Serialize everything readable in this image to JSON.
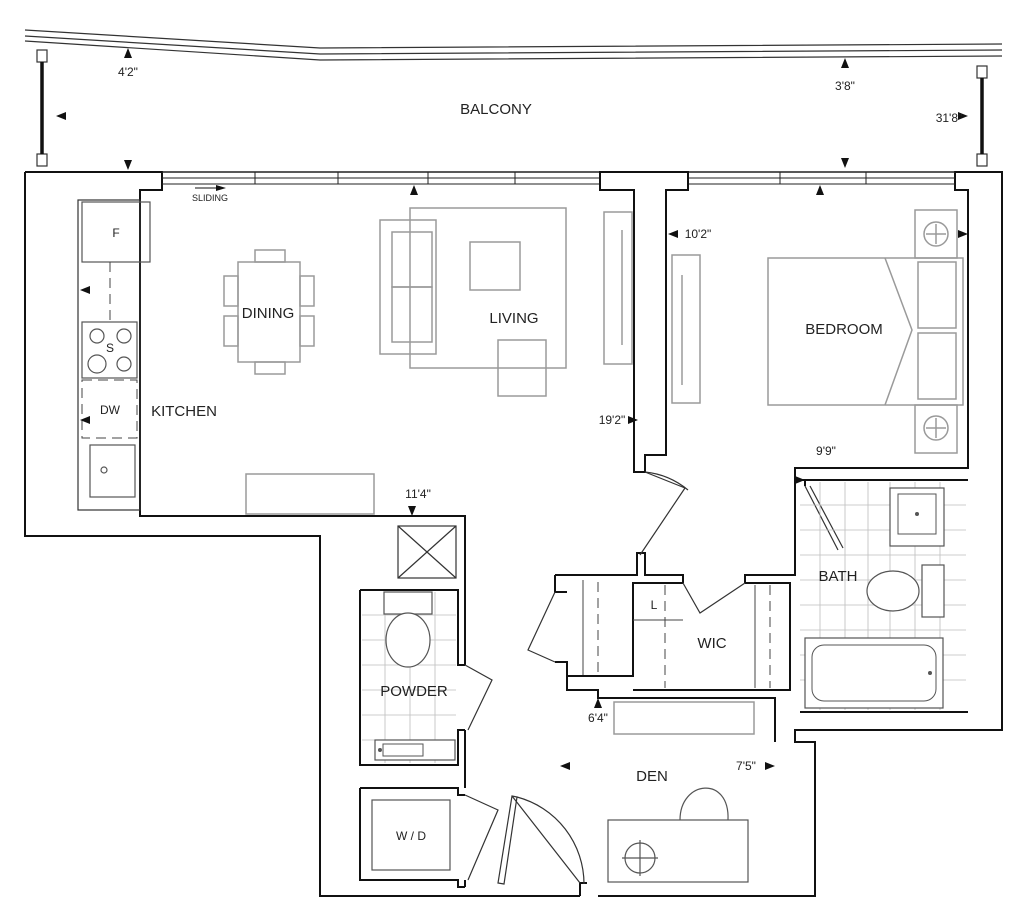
{
  "rooms": {
    "balcony": "BALCONY",
    "dining": "DINING",
    "living": "LIVING",
    "bedroom": "BEDROOM",
    "kitchen": "KITCHEN",
    "bath": "BATH",
    "wic": "WIC",
    "powder": "POWDER",
    "den": "DEN"
  },
  "fixtures": {
    "fridge": "F",
    "stove": "S",
    "dishwasher": "DW",
    "linen": "L",
    "washer_dryer": "W / D",
    "sliding": "SLIDING"
  },
  "dimensions": {
    "balcony_left_depth": "4'2\"",
    "balcony_right_depth": "3'8\"",
    "balcony_width": "31'8\"",
    "bedroom_width": "10'2\"",
    "living_length": "19'2\"",
    "bath_width": "9'9\"",
    "kitchen_depth": "11'4\"",
    "den_depth": "6'4\"",
    "den_width": "7'5\""
  }
}
